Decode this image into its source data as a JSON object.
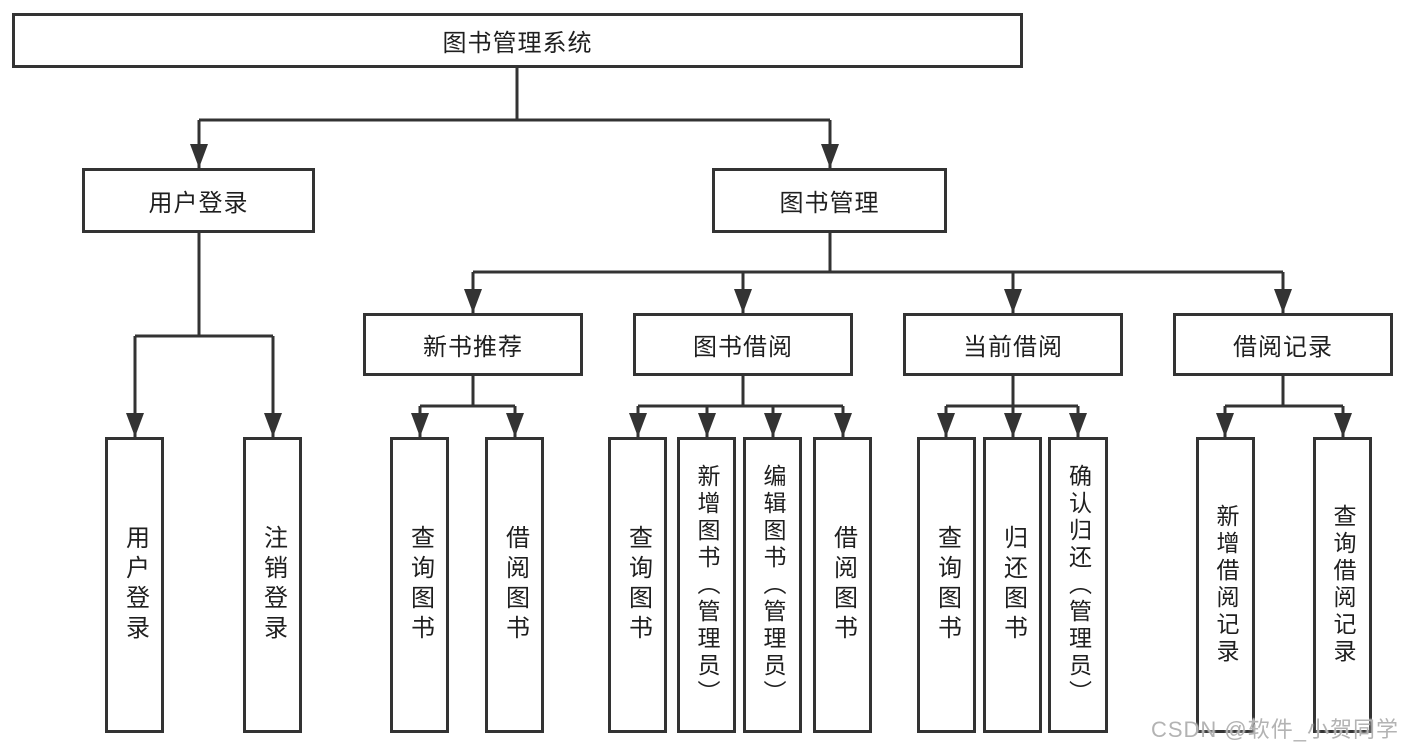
{
  "tree": {
    "label": "图书管理系统",
    "children": [
      {
        "label": "用户登录",
        "children": [
          {
            "label": "用户登录"
          },
          {
            "label": "注销登录"
          }
        ]
      },
      {
        "label": "图书管理",
        "children": [
          {
            "label": "新书推荐",
            "children": [
              {
                "label": "查询图书"
              },
              {
                "label": "借阅图书"
              }
            ]
          },
          {
            "label": "图书借阅",
            "children": [
              {
                "label": "查询图书"
              },
              {
                "label": "新增图书（管理员）"
              },
              {
                "label": "编辑图书（管理员）"
              },
              {
                "label": "借阅图书"
              }
            ]
          },
          {
            "label": "当前借阅",
            "children": [
              {
                "label": "查询图书"
              },
              {
                "label": "归还图书"
              },
              {
                "label": "确认归还（管理员）"
              }
            ]
          },
          {
            "label": "借阅记录",
            "children": [
              {
                "label": "新增借阅记录"
              },
              {
                "label": "查询借阅记录"
              }
            ]
          }
        ]
      }
    ]
  },
  "watermark": {
    "text": "CSDN @软件_小贺同学"
  },
  "colors": {
    "line": "#333333",
    "text": "#1f1f1f",
    "watermark": "#b3b3b3",
    "background": "#ffffff"
  }
}
